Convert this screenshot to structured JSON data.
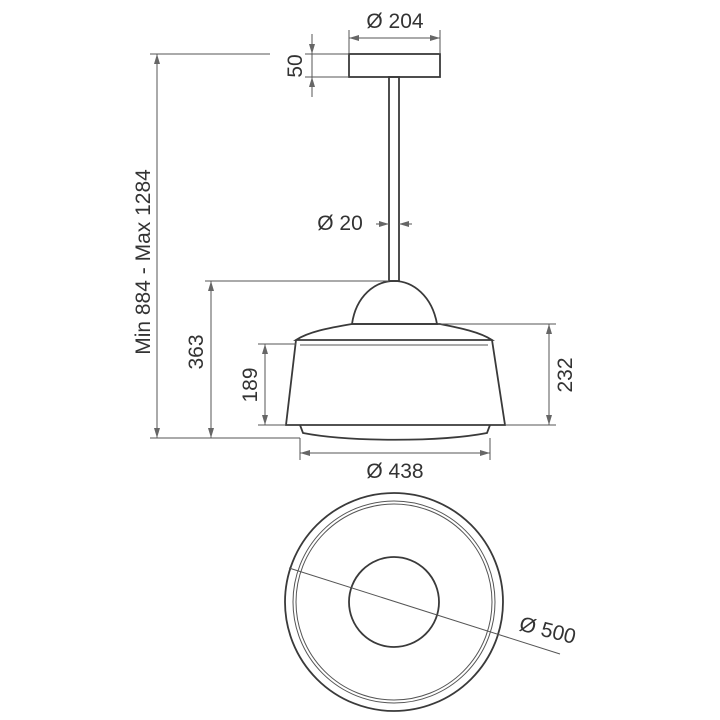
{
  "labels": {
    "canopy_diameter": "Ø 204",
    "canopy_height": "50",
    "rod_diameter": "Ø 20",
    "total_height": "Min 884 - Max 1284",
    "lamp_height": "363",
    "shade_height": "189",
    "body_height": "232",
    "bottom_diameter": "Ø 438",
    "outer_diameter": "Ø 500"
  }
}
